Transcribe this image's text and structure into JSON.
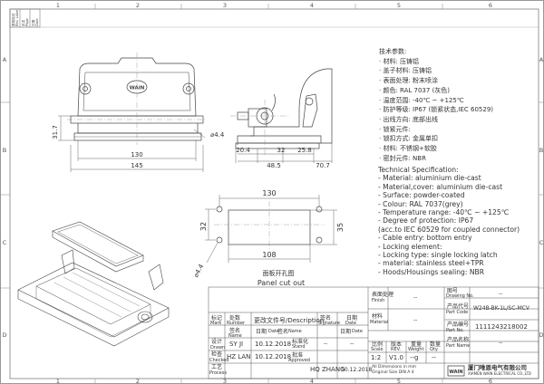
{
  "frame": {
    "top_numbers": [
      "1",
      "2",
      "3",
      "4",
      "5",
      "6"
    ],
    "side_letters": [
      "A",
      "B",
      "C",
      "D"
    ],
    "revision_labels": [
      "更改标记",
      "Rev. Label",
      "页次",
      "Page",
      "日期",
      "Date"
    ]
  },
  "drawing": {
    "dims_front": {
      "d1": "130",
      "d2": "145",
      "d3": "31.7",
      "d4": "4.4"
    },
    "dims_side": {
      "d1": "20.4",
      "d2": "32",
      "d3": "25.8",
      "d4": "48.5",
      "d5": "70.7"
    },
    "dims_cutout": {
      "w_top": "130",
      "w_bottom": "108",
      "h_left": "32",
      "h_right": "35",
      "hole": "4.4"
    },
    "cutout_caption_cn": "面板开孔图",
    "cutout_caption_en": "Panel cut out"
  },
  "spec_cn": [
    "技术参数:",
    "· 材料: 压铸铝",
    "· 盖子材料: 压铸铝",
    "· 表面处理: 粉末喷涂",
    "· 颜色: RAL 7037 (灰色)",
    "· 温度范围: -40℃ ~ +125℃",
    "· 防护等级: IP67 (锁紧状态,IEC 60529)",
    "· 出线方向: 底部出线",
    "· 锁紧元件:",
    "   · 锁扣方式: 金属单扣",
    "   · 材料: 不锈钢+软胶",
    "· 密封元件: NBR"
  ],
  "spec_en": [
    "Technical Specification:",
    "- Material: aluminium die-cast",
    "- Material,cover: aluminium die-cast",
    "- Surface: powder-coated",
    "- Colour: RAL 7037(grey)",
    "- Temperature range: -40℃ ~ +125℃",
    "- Degree of protection: IP67",
    "  (acc.to IEC 60529 for coupled connector)",
    "- Cable entry: bottom entry",
    "- Locking element:",
    "   - Locking type: single locking latch",
    "   - material: stainless steel+TPR",
    "- Hoods/Housings sealing: NBR"
  ],
  "title_block": {
    "rev_col_cn": [
      "标记",
      "设计",
      "检查",
      "工艺"
    ],
    "rev_col_en": [
      "Mark",
      "Drawn",
      "Checked",
      "Process"
    ],
    "qty_cn": "处数",
    "qty_en": "Number",
    "change_cn": "更改文件号/",
    "change_en": "Description",
    "sign_cn": "签名",
    "sign_en": "Signature",
    "date_cn": "日期",
    "date_en": "Date",
    "name_cn": "签名",
    "name_en": "Name",
    "drawn_name": "SY JI",
    "drawn_date": "10.12.2018",
    "checked_name": "HZ LAN",
    "checked_date": "10.12.2018",
    "approved_name": "HQ ZHANG",
    "approved_date": "10.12.2018",
    "stand_cn": "标准化",
    "stand_en": "Stand",
    "approved_cn": "批准",
    "approved_en": "Approved",
    "dash": "--",
    "finish_cn": "表面处理",
    "finish_en": "Finish",
    "material_cn": "材料",
    "material_en": "Material",
    "scale_cn": "比例",
    "scale_en": "Scale",
    "rev_cn": "版本",
    "rev_en": "REV.",
    "weight_cn": "重量",
    "weight_en": "Weight",
    "quantity_cn": "数量",
    "quantity_en": "Qty.",
    "scale": "1:2",
    "rev": "V1.0",
    "weight": "--g",
    "drawing_cn": "图号",
    "drawing_en": "Drawing No.",
    "part_code_cn": "产品代号",
    "part_code_en": "Part Code",
    "part_code": "W24B-BK-1L/SC-MCV",
    "part_no_cn": "产品编号",
    "part_no_en": "Part No.",
    "part_no": "1111243218002",
    "part_name_cn": "产品名称",
    "part_name_en": "Part Name",
    "dims_note_1": "All Dimensions in mm",
    "dims_note_2": "Original Size  DIN A 4",
    "company_cn": "厦门唯恩电气有限公司",
    "company_en": "XIAMEN WAIN ELECTRICAL CO.,LTD",
    "logo_text": "WAIN"
  }
}
